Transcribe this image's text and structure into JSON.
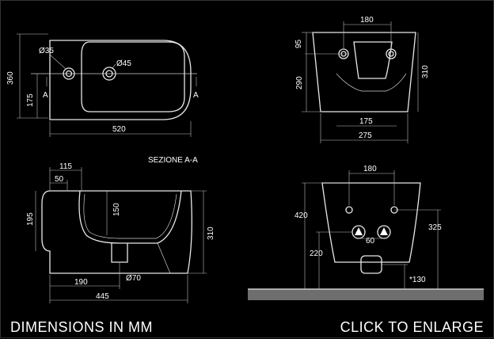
{
  "footer": {
    "left_label": "DIMENSIONS IN MM",
    "right_label": "CLICK TO ENLARGE"
  },
  "top_view": {
    "d_hole_small": "Ø35",
    "d_hole_large": "Ø45",
    "height": "360",
    "half_height": "175",
    "width": "520",
    "section_mark": "A"
  },
  "rear_view": {
    "top_offset": "95",
    "spacing": "180",
    "lower_height": "290",
    "height": "310",
    "inner_width": "175",
    "outer_width": "275"
  },
  "section_view": {
    "title": "SEZIONE A-A",
    "top_overhang": "115",
    "inner_offset": "50",
    "height_left": "195",
    "inner_depth": "150",
    "height_right": "310",
    "drain_dia": "Ø70",
    "drain_distance": "190",
    "length": "445"
  },
  "install_view": {
    "spacing_top": "180",
    "height_bolts": "420",
    "height_right": "325",
    "height_pipes": "220",
    "pipe_spacing": "60",
    "drain_height": "*130"
  }
}
